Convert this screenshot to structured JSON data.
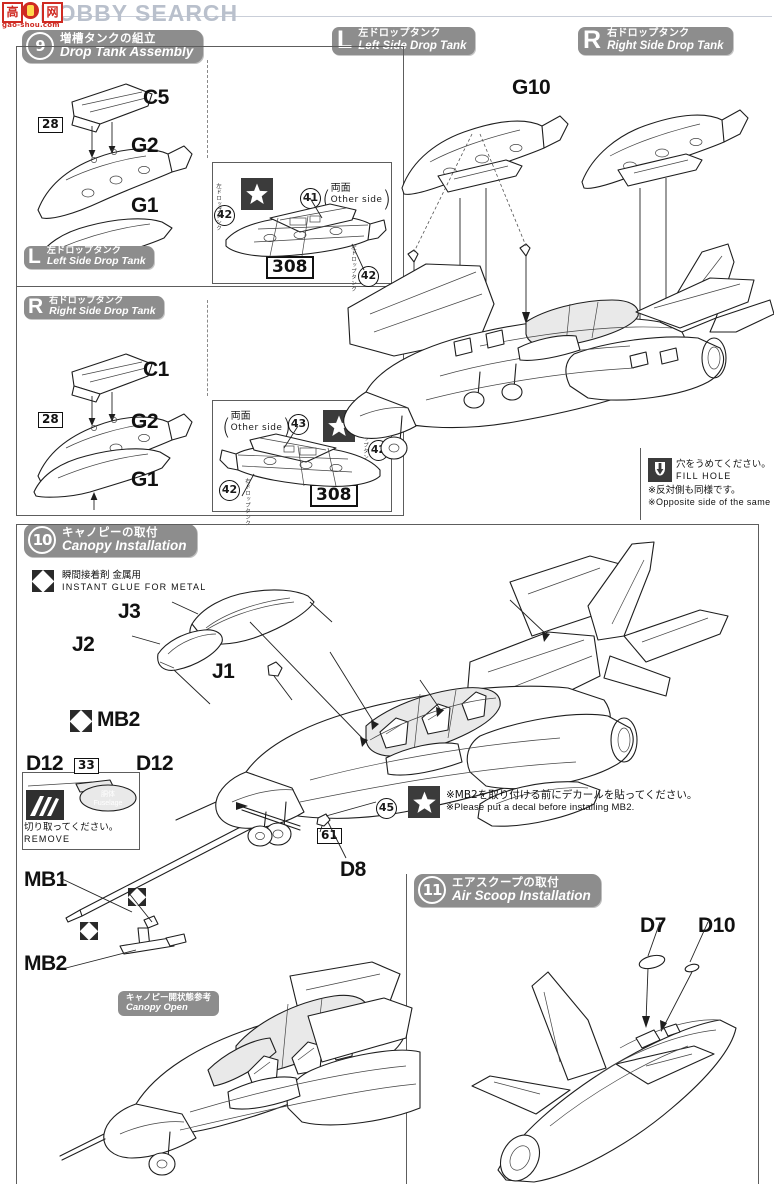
{
  "watermark": {
    "text": "HOBBY SEARCH",
    "logo_chars": [
      "高",
      "网"
    ],
    "logo_domain": "gao-shou.com"
  },
  "steps": [
    {
      "number": "9",
      "title_jp": "増槽タンクの組立",
      "title_en": "Drop Tank Assembly"
    },
    {
      "number": "10",
      "title_jp": "キャノピーの取付",
      "title_en": "Canopy Installation"
    },
    {
      "number": "11",
      "title_jp": "エアスクープの取付",
      "title_en": "Air Scoop Installation"
    }
  ],
  "side_tags": {
    "left": {
      "letter": "L",
      "jp": "左ドロップタンク",
      "en": "Left Side Drop Tank"
    },
    "right": {
      "letter": "R",
      "jp": "右ドロップタンク",
      "en": "Right Side Drop Tank"
    }
  },
  "parts": {
    "left_tank": [
      "C5",
      "G2",
      "G1"
    ],
    "right_tank": [
      "C1",
      "G2",
      "G1"
    ],
    "pylon": "G10",
    "canopy": [
      "J3",
      "J2",
      "J1"
    ],
    "metal_parts": [
      "MB2",
      "MB1",
      "MB2"
    ],
    "fuselage_parts": [
      "D12",
      "D12",
      "D8"
    ],
    "air_scoop": [
      "D7",
      "D10"
    ]
  },
  "step_numbers_boxed": {
    "left_tank_step": "28",
    "right_tank_step": "28",
    "d12_step": "33",
    "d8_step": "61"
  },
  "decals": {
    "left_tank": {
      "numbers": [
        "42",
        "41",
        "308",
        "42"
      ],
      "other_side_jp": "両面",
      "other_side_en": "Other side",
      "tiny_label": "左ドロップタンク"
    },
    "right_tank": {
      "numbers": [
        "43",
        "42",
        "42",
        "308"
      ],
      "other_side_jp": "両面",
      "other_side_en": "Other side",
      "tiny_label": "右ドロップタンク"
    }
  },
  "notes": {
    "instant_glue": {
      "jp": "瞬間接着剤 金属用",
      "en": "INSTANT GLUE FOR METAL"
    },
    "fill_hole": {
      "jp": "穴をうめてください。",
      "en": "FILL  HOLE",
      "jp2": "※反対側も同様です。",
      "en2": "※Opposite side of the same"
    },
    "remove": {
      "jp": "切り取ってください。",
      "en": "REMOVE",
      "target_jp": "胴体",
      "target_en": "Fuselage"
    },
    "decal_before_mb2": {
      "jp": "※MB2を取り付ける前にデカールを貼ってください。",
      "en": "※Please put a decal before installing MB2."
    },
    "canopy_open": {
      "jp": "キャノピー開状態参考",
      "en": "Canopy Open"
    }
  },
  "colors": {
    "pill_grey": "#8d8d8d",
    "ink": "#1e1e1e",
    "marker_dark": "#3b3b3b",
    "watermark_blue": "#b9c0cc",
    "logo_red": "#cf2a22"
  }
}
